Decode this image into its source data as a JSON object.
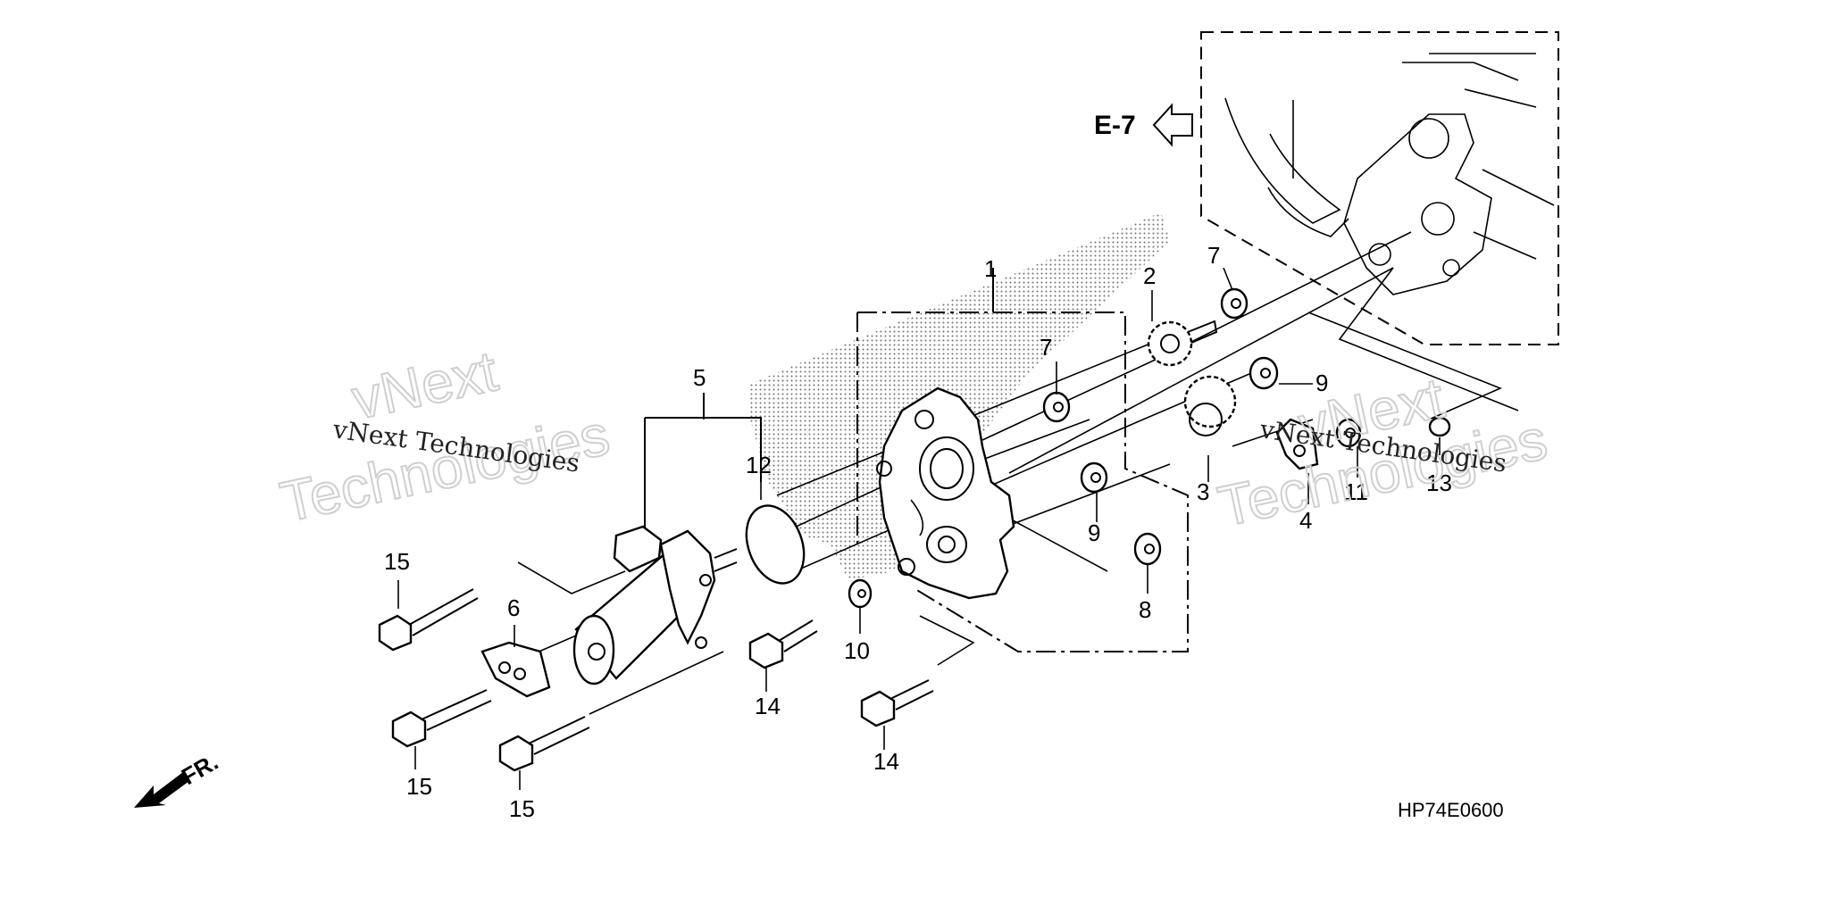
{
  "diagram": {
    "reference_code": "HP74E0600",
    "ref_arrow_label": "E-7",
    "front_label": "FR.",
    "callouts": [
      {
        "id": "c1",
        "label": "1"
      },
      {
        "id": "c2",
        "label": "2"
      },
      {
        "id": "c3",
        "label": "3"
      },
      {
        "id": "c4",
        "label": "4"
      },
      {
        "id": "c5",
        "label": "5"
      },
      {
        "id": "c6",
        "label": "6"
      },
      {
        "id": "c7a",
        "label": "7"
      },
      {
        "id": "c7b",
        "label": "7"
      },
      {
        "id": "c8",
        "label": "8"
      },
      {
        "id": "c9a",
        "label": "9"
      },
      {
        "id": "c9b",
        "label": "9"
      },
      {
        "id": "c10",
        "label": "10"
      },
      {
        "id": "c11",
        "label": "11"
      },
      {
        "id": "c12",
        "label": "12"
      },
      {
        "id": "c13",
        "label": "13"
      },
      {
        "id": "c14a",
        "label": "14"
      },
      {
        "id": "c14b",
        "label": "14"
      },
      {
        "id": "c15a",
        "label": "15"
      },
      {
        "id": "c15b",
        "label": "15"
      },
      {
        "id": "c15c",
        "label": "15"
      }
    ]
  },
  "watermark": {
    "line_text": "vNext Technologies",
    "big_word_1": "vNext",
    "big_word_2": "Technologies"
  }
}
